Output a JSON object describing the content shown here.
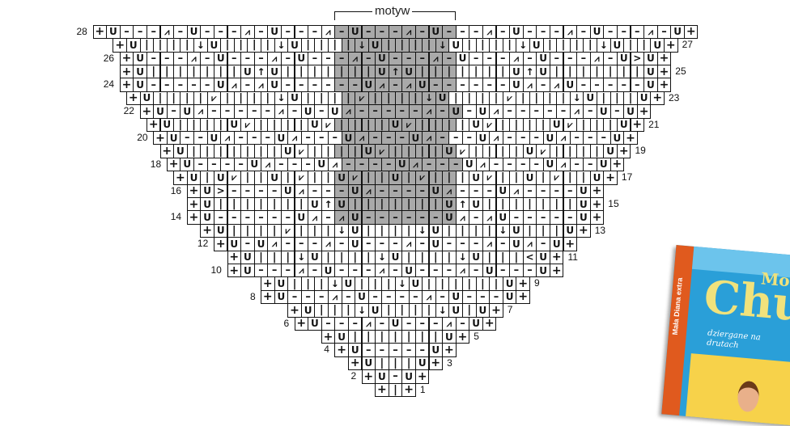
{
  "diagram": {
    "title": "motyw",
    "symbols": {
      "+": "+",
      "U": "U",
      "I": "|",
      "-": "–",
      "V": "↓",
      "A": "↑",
      ">": ">",
      "<": "<",
      "Z": "⩘",
      "R": "⩗",
      "T": "⩘"
    },
    "rows": [
      {
        "num": "1",
        "side": "right",
        "cells": "+I+"
      },
      {
        "num": "2",
        "side": "left",
        "cells": "+U-U+"
      },
      {
        "num": "3",
        "side": "right",
        "cells": "+UIIIU+"
      },
      {
        "num": "4",
        "side": "left",
        "cells": "+U-----U+"
      },
      {
        "num": "5",
        "side": "right",
        "cells": "+UIIIIIIIU+"
      },
      {
        "num": "6",
        "side": "left",
        "cells": "+U---Z-U---Z-U+"
      },
      {
        "num": "7",
        "side": "right",
        "cells": "+UIIIVUIIIIVUIU+"
      },
      {
        "num": "8",
        "side": "left",
        "cells": "+U---Z-U----Z-U---U+"
      },
      {
        "num": "9",
        "side": "right",
        "cells": "+UIIIVUIIIVUIIIIIIU+"
      },
      {
        "num": "10",
        "side": "left",
        "cells": "+U---Z-U---Z-U---Z-U---U+"
      },
      {
        "num": "11",
        "side": "right",
        "cells": "+UIIIVUIIIIVUIIIIVUIII<U+"
      },
      {
        "num": "12",
        "side": "left",
        "cells": "+U-UT---Z-U---Z-U---Z-UT-U+"
      },
      {
        "num": "13",
        "side": "right",
        "cells": "+UIIIIRIIIVUIIIIVUIIIIVUIIIU+"
      },
      {
        "num": "14",
        "side": "left",
        "cells": "+U------UT-ZU------UT-ZU-----U+"
      },
      {
        "num": "15",
        "side": "right",
        "cells": "+UIIIIIIIUAUIIIIIIIUAUIIIIIIIU+"
      },
      {
        "num": "16",
        "side": "left",
        "cells": "+U>----UT---UT----UT---UT----U+"
      },
      {
        "num": "17",
        "side": "right",
        "cells": "+UIURIIUIRIIURIIUIRIIIURIIUIRIIU+"
      },
      {
        "num": "18",
        "side": "left",
        "cells": "+U----UT---UT----UT---UT----UT--U+"
      },
      {
        "num": "19",
        "side": "right",
        "cells": "+UIIIIIIIURIIIIURIIIIURIIIIURIIIIU+"
      },
      {
        "num": "20",
        "side": "left",
        "cells": "+U--UT---UT---UT---UT---UT---UT---U+"
      },
      {
        "num": "21",
        "side": "right",
        "cells": "+UIIIIURIIIIURIIIIURIIIIURIIIIURIIIU+"
      },
      {
        "num": "22",
        "side": "left",
        "cells": "+U-UT-----Z-U-UT-----Z-U-UT-----Z-U-U+"
      },
      {
        "num": "23",
        "side": "right",
        "cells": "+UIIIIRIIIIVUIIIIRIIIIVUIIIIRIIIIVUIIIU+"
      },
      {
        "num": "24",
        "side": "left",
        "cells": "+U-----UT-ZU------UT-ZU------UT-ZU-----U+"
      },
      {
        "num": "25",
        "side": "right",
        "cells": "+UIIIIIIIUAUIIIIIIIUAUIIIIIIIUAUIIIIIIIU+"
      },
      {
        "num": "26",
        "side": "left",
        "cells": "+U---Z-U---Z-U---Z-U---Z-U---Z-U---Z-U>U+"
      },
      {
        "num": "27",
        "side": "right",
        "cells": "+UIIIIVUIIIIVUIIIIVUIIIIVUIIIIVUIIIIVUIIU+"
      },
      {
        "num": "28",
        "side": "left",
        "cells": "+U---Z-U---Z-U---Z-U---Z-U---Z-U---Z-U---Z-U+"
      }
    ]
  },
  "cover": {
    "spine_text": "Mała Diana extra",
    "title_top": "Mo",
    "title_big": "Chu",
    "subtitle": "dziergane na drutach"
  },
  "colors": {
    "motif_shade": "#a9a9a9",
    "cover_blue": "#2a9fd8",
    "cover_orange": "#e05a1e"
  }
}
